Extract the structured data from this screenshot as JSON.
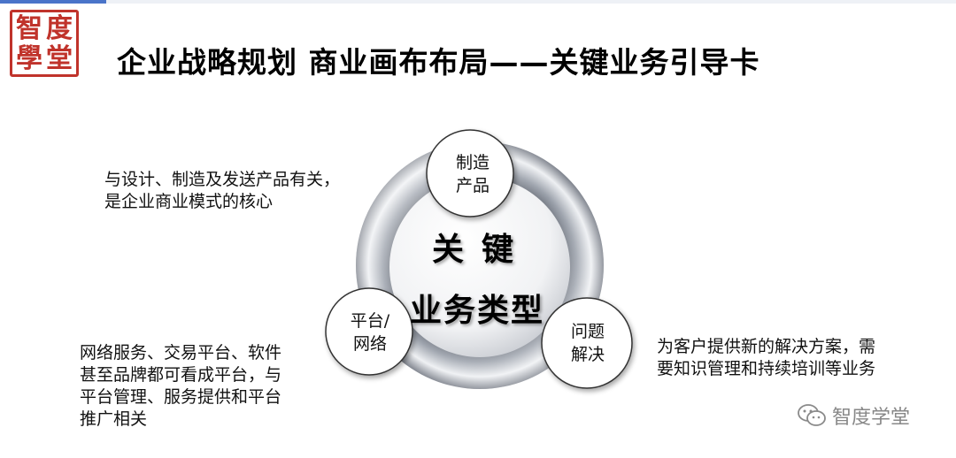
{
  "logo": {
    "chars": [
      "智",
      "度",
      "學",
      "堂"
    ]
  },
  "title": "企业战略规划 商业画布布局——关键业务引导卡",
  "center": {
    "line1": "关键",
    "line2": "业务类型"
  },
  "nodes": {
    "manufacture": {
      "line1": "制造",
      "line2": "产品"
    },
    "platform": {
      "line1": "平台/",
      "line2": "网络"
    },
    "problem": {
      "line1": "问题",
      "line2": "解决"
    }
  },
  "notes": {
    "manufacturing": [
      "与设计、制造及发送产品有关，",
      "是企业商业模式的核心"
    ],
    "platform": [
      "网络服务、交易平台、软件",
      "甚至品牌都可看成平台，与",
      "平台管理、服务提供和平台",
      "推广相关"
    ],
    "solution": [
      "为客户提供新的解决方案，需",
      "要知识管理和持续培训等业务"
    ]
  },
  "watermark": {
    "text": "智度学堂",
    "icon": "wechat-icon"
  },
  "colors": {
    "logo_red": "#c0332b",
    "accent_blue": "#4a74c9",
    "ring_dark": "#5f6470",
    "ring_light": "#eef0f3"
  }
}
